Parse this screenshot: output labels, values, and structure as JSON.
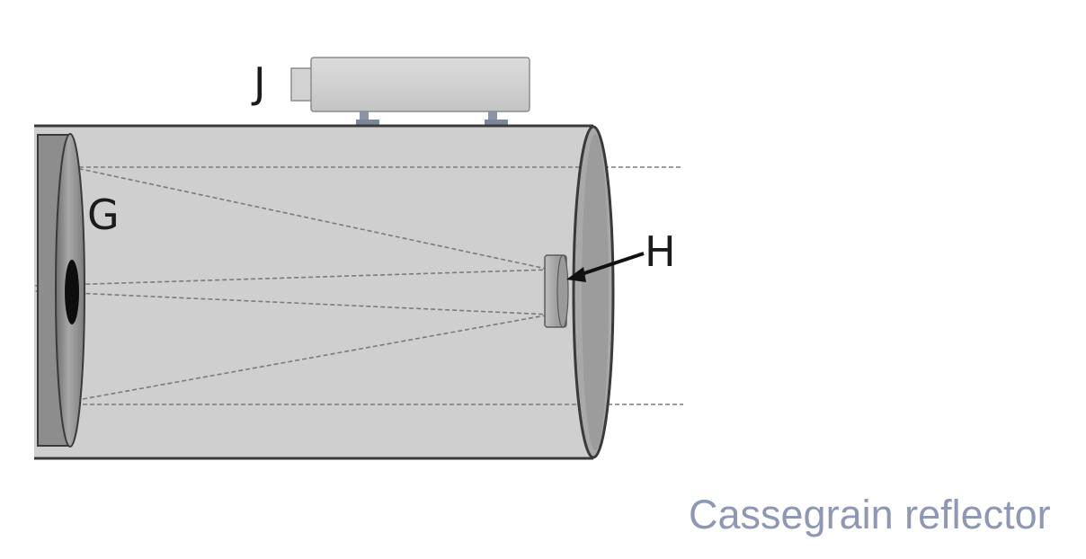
{
  "labels": {
    "primary_mirror": "G",
    "secondary_mirror": "H",
    "finder_scope": "J"
  },
  "caption": "Cassegrain reflector",
  "colors": {
    "tube": "#cfcfcf",
    "tube_outline": "#3a3a3a",
    "mirror": "#8f8f8f",
    "caption": "#8e98b4"
  }
}
